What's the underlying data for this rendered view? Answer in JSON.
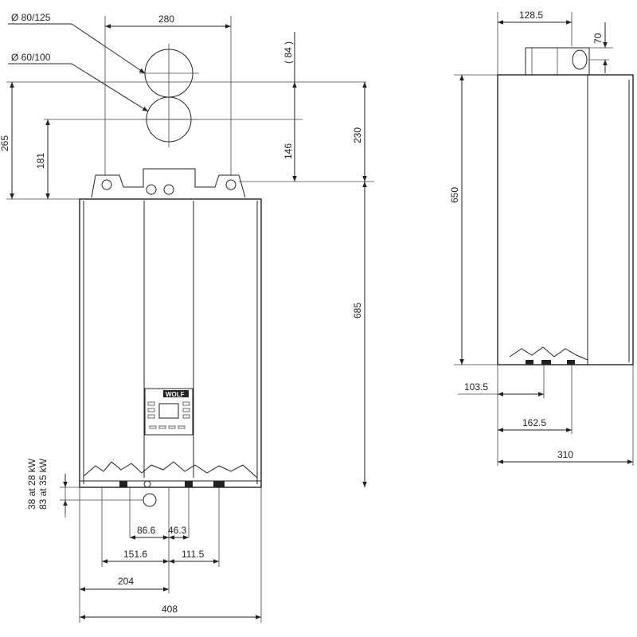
{
  "front_view": {
    "flue_label_large": "Ø 80/125",
    "flue_label_small": "Ø 60/100",
    "dim_top_width": "280",
    "dim_flue_offset": "( 84 )",
    "dim_left_outer": "265",
    "dim_left_inner": "181",
    "dim_center_146": "146",
    "dim_right_230": "230",
    "dim_height": "685",
    "dim_condensate_28": "38 at 28 kW",
    "dim_condensate_35": "83 at 35 kW",
    "dim_86_6": "86.6",
    "dim_46_3": "46.3",
    "dim_151_6": "151.6",
    "dim_111_5": "111.5",
    "dim_204": "204",
    "dim_408": "408",
    "logo_text": "WOLF"
  },
  "side_view": {
    "dim_top_128_5": "128.5",
    "dim_top_70": "70",
    "dim_height_650": "650",
    "dim_103_5": "103.5",
    "dim_162_5": "162.5",
    "dim_310": "310"
  }
}
